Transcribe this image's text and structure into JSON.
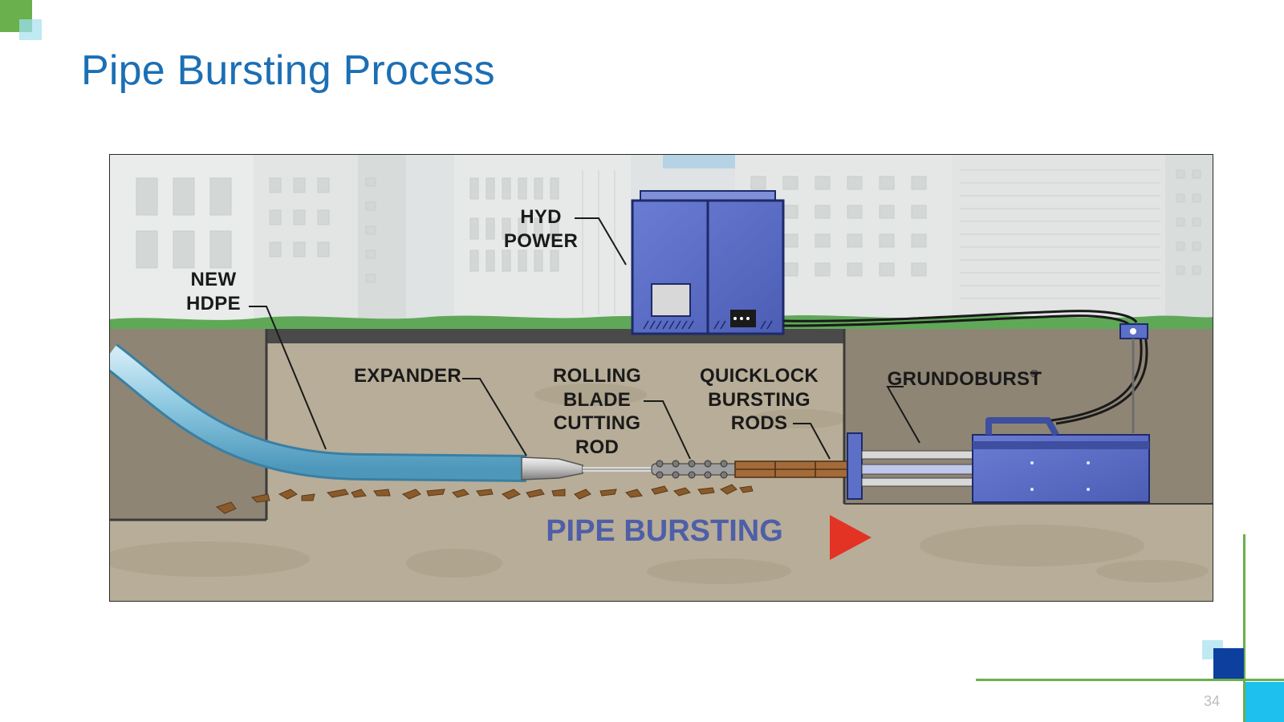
{
  "slide": {
    "title": "Pipe Bursting Process",
    "page_number": "34"
  },
  "diagram": {
    "labels": {
      "hyd_power": [
        "HYD",
        "POWER"
      ],
      "new_hdpe": [
        "NEW",
        "HDPE"
      ],
      "expander": [
        "EXPANDER"
      ],
      "rolling_blade": [
        "ROLLING",
        "BLADE",
        "CUTTING",
        "ROD"
      ],
      "quicklock": [
        "QUICKLOCK",
        "BURSTING",
        "RODS"
      ],
      "grundoburst": "GRUNDOBURST",
      "grundoburst_mark": "®",
      "pipe_bursting": "PIPE BURSTING"
    },
    "colors": {
      "title": "#1b6fb5",
      "soil": "#b8ad98",
      "pit": "#8e8575",
      "grass": "#5fa858",
      "sky": "#dfe3e3",
      "machine": "#5d70c7",
      "hdpe": "#8cc8e0",
      "arrow": "#e33324",
      "pipe_bursting_text": "#4e5fa8"
    },
    "icons": [
      "arrow-right-icon"
    ]
  }
}
